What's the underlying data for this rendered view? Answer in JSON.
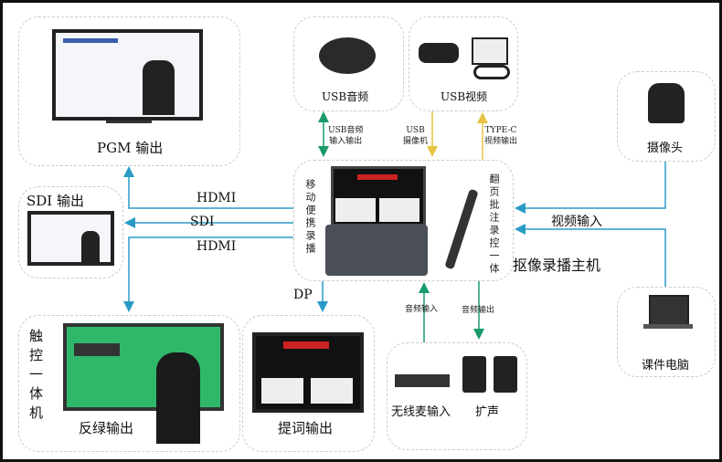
{
  "nodes": {
    "pgm": "PGM 输出",
    "sdi": "SDI 输出",
    "touch": "触控一体机",
    "green": "反绿输出",
    "prompter": "提词输出",
    "usb_audio": "USB音频",
    "usb_video": "USB视频",
    "main_side_left": "移动便携录播",
    "main_side_right": "翻页批注录控一体",
    "main": "抠像录播主机",
    "camera": "摄像头",
    "laptop": "课件电脑",
    "mic": "无线麦输入",
    "speaker": "扩声"
  },
  "links": {
    "hdmi1": "HDMI",
    "sdi": "SDI",
    "hdmi2": "HDMI",
    "dp": "DP",
    "usb_audio_io": [
      "USB音频",
      "输入输出"
    ],
    "usb_cam": [
      "USB",
      "摄像机"
    ],
    "typec": [
      "TYPE-C",
      "视频输出"
    ],
    "video_in": "视频输入",
    "audio_in": "音频输入",
    "audio_out": "音频输出"
  },
  "colors": {
    "blue": "#2a9bc6",
    "green": "#1a9a6a",
    "yellow": "#e8c440",
    "screen_green": "#2fb86a"
  }
}
